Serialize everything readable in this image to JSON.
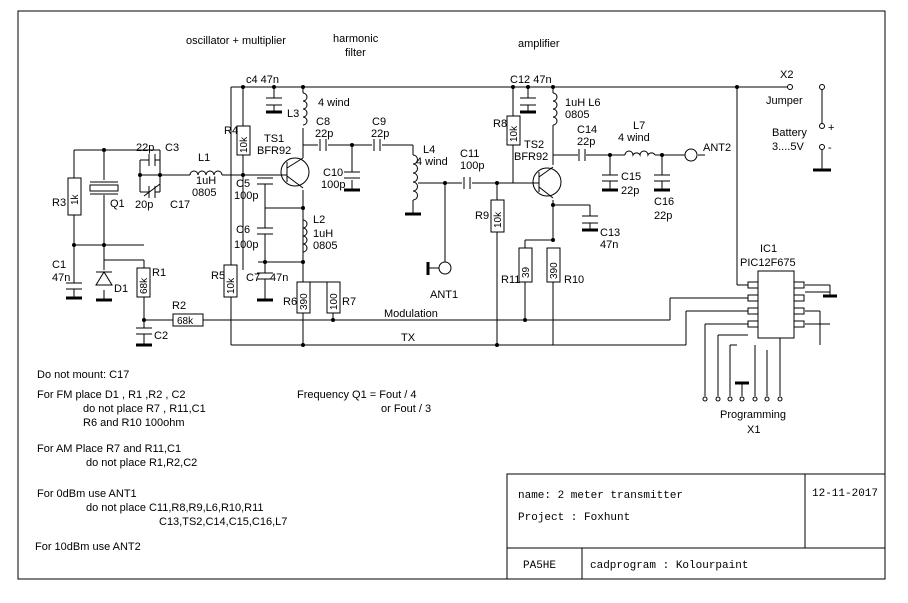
{
  "sections": {
    "oscillator": "oscillator + multiplier",
    "filter_line1": "harmonic",
    "filter_line2": "filter",
    "amplifier": "amplifier"
  },
  "components": {
    "c4": "c4 47n",
    "c12": "C12 47n",
    "x2": "X2",
    "jumper": "Jumper",
    "battery": "Battery",
    "battery_voltage": "3....5V",
    "plus": "+",
    "minus": "-",
    "l3": "L3",
    "l3_wind": "4 wind",
    "r4": "R4",
    "r4_val": "10k",
    "ts1": "TS1",
    "ts1_type": "BFR92",
    "c8": "C8",
    "c8_val": "22p",
    "c9": "C9",
    "c9_val": "22p",
    "l4": "L4",
    "l4_wind": "4 wind",
    "c10": "C10",
    "c10_val": "100p",
    "c11": "C11",
    "c11_val": "100p",
    "r8": "R8",
    "r8_val": "10k",
    "ts2": "TS2",
    "ts2_type": "BFR92",
    "l6_val": "1uH L6",
    "l6_pkg": "0805",
    "c14": "C14",
    "c14_val": "22p",
    "l7": "L7",
    "l7_wind": "4 wind",
    "ant2": "ANT2",
    "c15": "C15",
    "c15_val": "22p",
    "c16": "C16",
    "c16_val": "22p",
    "c13": "C13",
    "c13_val": "47n",
    "c3_val": "22p",
    "c3": "C3",
    "l1": "L1",
    "l1_val": "1uH",
    "l1_pkg": "0805",
    "c17_val": "20p",
    "c17": "C17",
    "r3": "R3",
    "r3_val": "1k",
    "q1": "Q1",
    "c5": "C5",
    "c5_val": "100p",
    "c6": "C6",
    "c6_val": "100p",
    "l2": "L2",
    "l2_val": "1uH",
    "l2_pkg": "0805",
    "c1": "C1",
    "c1_val": "47n",
    "d1": "D1",
    "r1": "R1",
    "r1_val": "68k",
    "r5": "R5",
    "r5_val": "10k",
    "c7": "C7",
    "c7_val": "47n",
    "r6": "R6",
    "r6_val": "390",
    "r7": "R7",
    "r7_val": "100",
    "r9": "R9",
    "r9_val": "10k",
    "ant1": "ANT1",
    "r11": "R11",
    "r11_val": "39",
    "r10": "R10",
    "r10_val": "390",
    "ic1": "IC1",
    "ic1_type": "PIC12F675",
    "r2": "R2",
    "r2_val": "68k",
    "c2": "C2",
    "modulation": "Modulation",
    "tx": "TX",
    "programming": "Programming",
    "x1": "X1"
  },
  "notes": {
    "n1": "Do not mount: C17",
    "n2": "For FM place D1 , R1 ,R2 , C2",
    "n3": "do not place R7 , R11,C1",
    "n4": "R6 and R10 100ohm",
    "n5": "For AM Place R7 and R11,C1",
    "n6": "do not place R1,R2,C2",
    "n7": "For 0dBm use ANT1",
    "n8": "do not place C11,R8,R9,L6,R10,R11",
    "n9": "C13,TS2,C14,C15,C16,L7",
    "n10": "For 10dBm use ANT2",
    "freq1": "Frequency Q1 = Fout / 4",
    "freq2": "or Fout / 3"
  },
  "title_block": {
    "name": "name: 2 meter transmitter",
    "project": "Project : Foxhunt",
    "date": "12-11-2017",
    "author": "PA5HE",
    "cadprogram": "cadprogram : Kolourpaint"
  }
}
